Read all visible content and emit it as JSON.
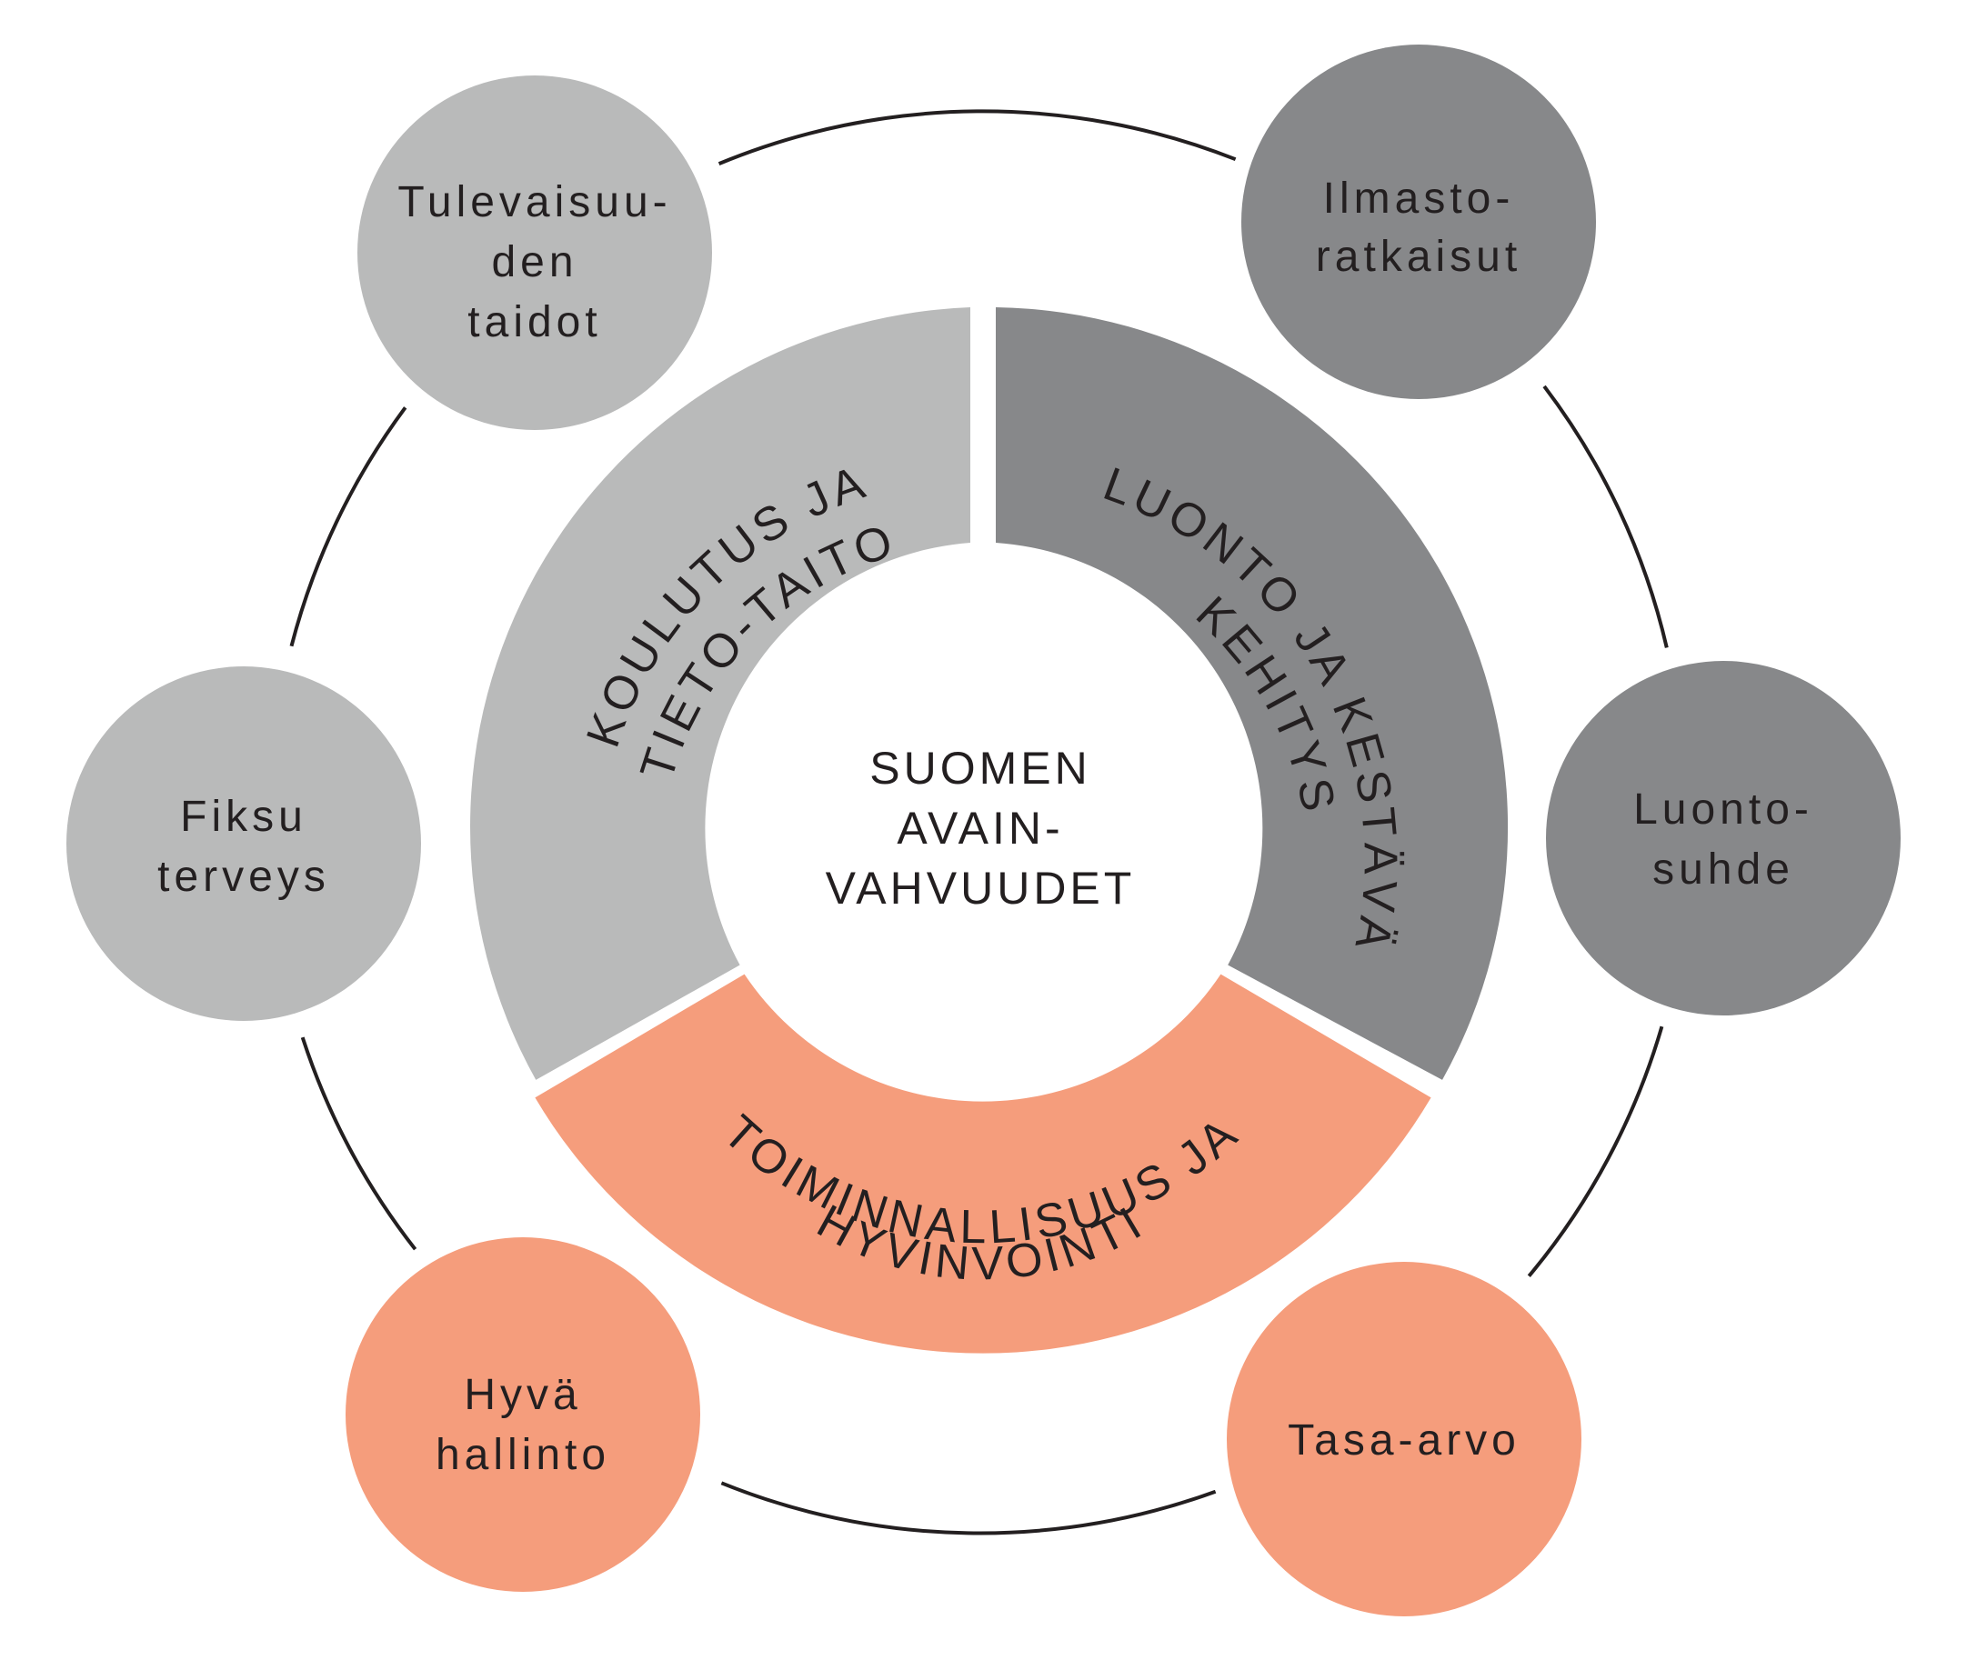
{
  "colors": {
    "light_gray": "#b9baba",
    "dark_gray": "#87888a",
    "salmon": "#f59d7c",
    "ring_line": "#231f20",
    "text": "#231f20"
  },
  "center": {
    "lines": [
      "SUOMEN",
      "AVAIN-",
      "VAHVUUDET"
    ]
  },
  "segments": [
    {
      "id": "koulutus",
      "color": "light_gray",
      "lines": [
        "KOULUTUS JA",
        "TIETO-TAITO"
      ]
    },
    {
      "id": "luonto",
      "color": "dark_gray",
      "lines": [
        "LUONTO JA KESTÄVÄ",
        "KEHITYS"
      ]
    },
    {
      "id": "toiminnallisuus",
      "color": "salmon",
      "lines": [
        "TOIMINNALLISUUS JA",
        "HYVINVOINTI"
      ]
    }
  ],
  "bubbles": [
    {
      "id": "tulevaisuuden-taidot",
      "color": "light_gray",
      "lines": [
        "Tulevaisuu-",
        "den",
        "taidot"
      ]
    },
    {
      "id": "ilmastoratkaisut",
      "color": "dark_gray",
      "lines": [
        "Ilmasto-",
        "ratkaisut"
      ]
    },
    {
      "id": "fiksu-terveys",
      "color": "light_gray",
      "lines": [
        "Fiksu",
        "terveys"
      ]
    },
    {
      "id": "luontosuhde",
      "color": "dark_gray",
      "lines": [
        "Luonto-",
        "suhde"
      ]
    },
    {
      "id": "hyva-hallinto",
      "color": "salmon",
      "lines": [
        "Hyvä",
        "hallinto"
      ]
    },
    {
      "id": "tasa-arvo",
      "color": "salmon",
      "lines": [
        "Tasa-arvo"
      ]
    }
  ]
}
